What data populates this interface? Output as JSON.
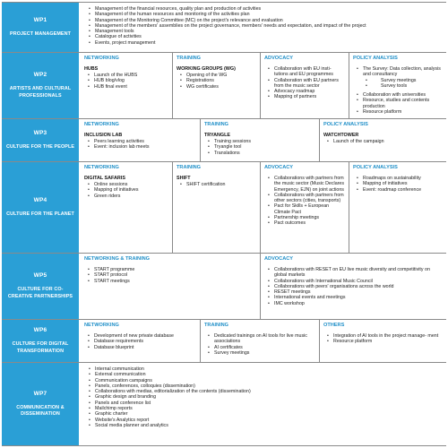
{
  "rows": [
    {
      "wp": "WP1",
      "name": "PROJECT MANAGEMENT",
      "items": [
        "Management of the financial resources, quality plan and production of activities",
        "Management of the human resources and monitoring of the activities plan",
        "Management of the Monitoring Committee (MC) on the project's relevance and evaluation",
        "Management of the members' assemblies on the project governance, members' needs and expectation, and impact of the project",
        "Management tools",
        "Catalogue of activities",
        "Events, project management"
      ]
    },
    {
      "wp": "WP2",
      "name": "ARTISTS AND CULTURAL PROFESSIONALS",
      "cols": [
        {
          "head": "NETWORKING",
          "bold": "HUBS",
          "items": [
            "Launch of the HUBS",
            "HUB blog/vlog",
            "HUB final event"
          ]
        },
        {
          "head": "TRAINING",
          "bold": "WORKING GROUPS (WG)",
          "items": [
            "Opening of the WG",
            "Registrations",
            "WG certificates"
          ]
        },
        {
          "head": "ADVOCACY",
          "bold": "",
          "items": [
            "Collaboration with EU insti- tutions and EU programmes",
            "Collaboration with EU partners from the music sector",
            "Advocacy roadmap",
            "Mapping of partners"
          ]
        },
        {
          "head": "POLICY ANALYSIS",
          "bold": "",
          "items": [
            "The Survey: Data collection, analysis and consultancy",
            "Survey meetings",
            "Survey tools",
            "Collaboration with universities",
            "Resource, studies and contents production",
            "Resource platform"
          ]
        }
      ]
    },
    {
      "wp": "WP3",
      "name": "CULTURE FOR THE PEOPLE",
      "cols": [
        {
          "head": "NETWORKING",
          "bold": "INCLUSION LAB",
          "items": [
            "Peers learning activities",
            "Event: inclusion lab meets"
          ]
        },
        {
          "head": "TRAINING",
          "bold": "TRYANGLE",
          "items": [
            "Training sessions",
            "Tryangle tool",
            "Translations"
          ]
        },
        {
          "head": "POLICY ANALYSIS",
          "bold": "WATCHTOWER",
          "items": [
            "Launch of the campaign"
          ]
        }
      ]
    },
    {
      "wp": "WP4",
      "name": "CULTURE FOR THE PLANET",
      "cols": [
        {
          "head": "NETWORKING",
          "bold": "DIGITAL SAFARIS",
          "items": [
            "Online sessions",
            "Mapping of initiatives",
            "Green riders"
          ]
        },
        {
          "head": "TRAINING",
          "bold": "SHIFT",
          "items": [
            "SHIFT certification"
          ]
        },
        {
          "head": "ADVOCACY",
          "bold": "",
          "items": [
            "Collaborations with partners from the music sector (Music Declares Emergency, EJN) on joint actions",
            "Collaborations with partners from other sectors (cities, transports)",
            "Pact for Skills + European Climate Pact",
            "Partnership meetings",
            "Pact outcomes"
          ]
        },
        {
          "head": "POLICY ANALYSIS",
          "bold": "",
          "items": [
            "Roadmaps on sustainability",
            "Mapping of initiatives",
            "Event: roadmap conference"
          ]
        }
      ]
    },
    {
      "wp": "WP5",
      "name": "CULTURE FOR CO-CREATIVE PARTNERSHIPS",
      "cols": [
        {
          "head": "NETWORKING & TRAINING",
          "bold": "",
          "items": [
            "START programme",
            "START protocol",
            "START meetings"
          ]
        },
        {
          "head": "ADVOCACY",
          "bold": "",
          "items": [
            "Collaborations with RESET on EU live music diversity and competitivity on global markets",
            "Collaborations with International Music Council",
            "Collaborations with peers' organisations across the world",
            "RESET meetings",
            "International events and meetings",
            "IMC workshop"
          ]
        }
      ]
    },
    {
      "wp": "WP6",
      "name": "CULTURE FOR DIGITAL TRANSFORMATION",
      "cols": [
        {
          "head": "NETWORKING",
          "bold": "",
          "items": [
            "Development of new private database",
            "Database requirements",
            "Database blueprint"
          ]
        },
        {
          "head": "TRAINING",
          "bold": "",
          "items": [
            "Dedicated trainings on AI tools for live music associations",
            "AI certificates",
            "Survey meetings"
          ]
        },
        {
          "head": "OTHERS",
          "bold": "",
          "items": [
            "Integration of AI tools in the project manage- ment",
            "Resource platform"
          ]
        }
      ]
    },
    {
      "wp": "WP7",
      "name": "COMMUNICATION & DISSEMINATION",
      "items": [
        "Internal communication",
        "External communication",
        "Communication campaigns",
        "Panels, conferences, colloquies (dissemination)",
        "Collaborations with medias, editorialization of the contents (dissemination)",
        "Graphic design and branding",
        "Panels and conference list",
        "Mailchimp reports",
        "Graphic charter",
        "Website's Analytics report",
        "Social media planner and analytics"
      ]
    }
  ]
}
